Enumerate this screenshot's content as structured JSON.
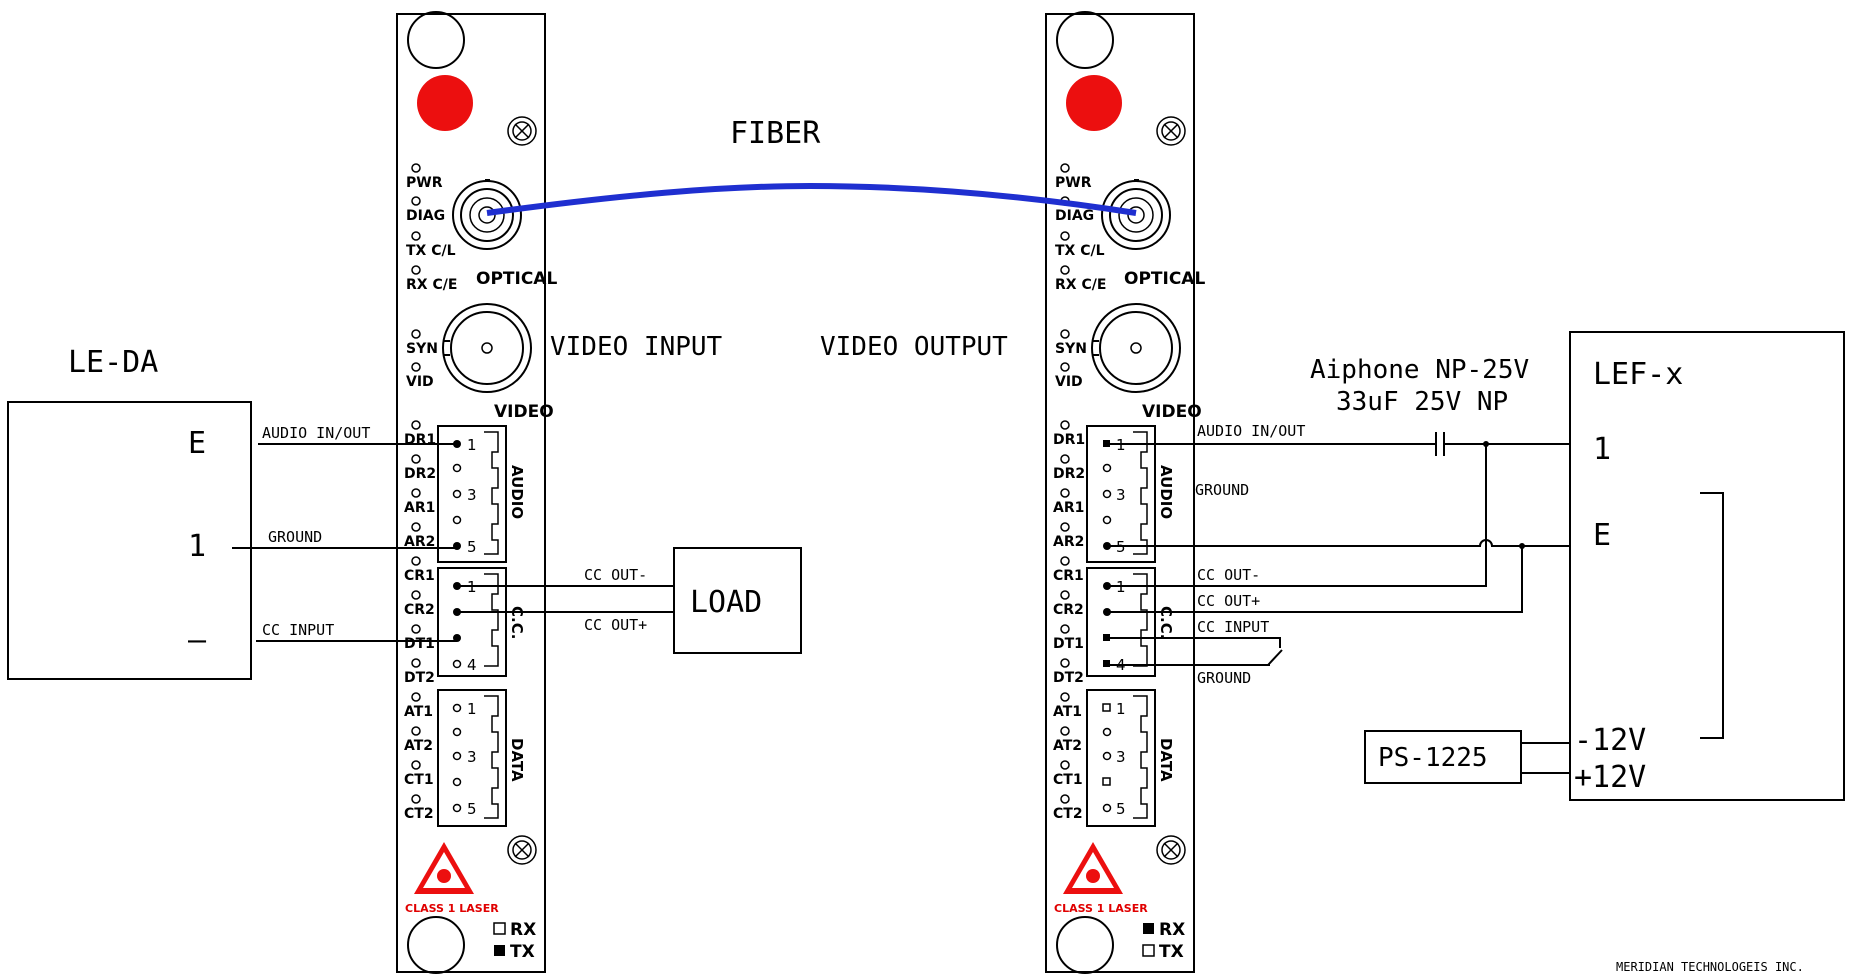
{
  "fiber_label": "FIBER",
  "video_input_label": "VIDEO INPUT",
  "video_output_label": "VIDEO OUTPUT",
  "colors": {
    "fiber": "#1f2fd0",
    "laser": "#e00000",
    "line": "#000000"
  },
  "led_labels": [
    "PWR",
    "DIAG",
    "TX C/L",
    "RX C/E",
    "SYN",
    "VID"
  ],
  "pin_labels": [
    "DR1",
    "DR2",
    "AR1",
    "AR2",
    "CR1",
    "CR2",
    "DT1",
    "DT2",
    "AT1",
    "AT2",
    "CT1",
    "CT2"
  ],
  "section_labels": {
    "optical": "OPTICAL",
    "video": "VIDEO",
    "audio": "AUDIO",
    "cc": "C.C.",
    "data": "DATA"
  },
  "laser_label": "CLASS 1 LASER",
  "rx_label": "RX",
  "tx_label": "TX",
  "left_module": {
    "rx_checked": false,
    "tx_checked": true
  },
  "right_module": {
    "rx_checked": true,
    "tx_checked": false
  },
  "le_da": {
    "title": "LE-DA",
    "terminals": [
      "E",
      "1",
      "–"
    ],
    "wires": [
      "AUDIO IN/OUT",
      "GROUND",
      "CC INPUT"
    ]
  },
  "load": {
    "title": "LOAD",
    "wires": [
      "CC OUT-",
      "CC OUT+"
    ]
  },
  "aiphone": {
    "line1": "Aiphone NP-25V",
    "line2": "33uF 25V NP"
  },
  "right_wires": {
    "audio": "AUDIO IN/OUT",
    "ground": "GROUND",
    "cc_out_minus": "CC OUT-",
    "cc_out_plus": "CC OUT+",
    "cc_input": "CC INPUT",
    "ground2": "GROUND"
  },
  "lef": {
    "title": "LEF-x",
    "t1": "1",
    "tE": "E",
    "neg": "-12V",
    "pos": "+12V"
  },
  "ps": {
    "title": "PS-1225"
  },
  "footer": "MERIDIAN TECHNOLOGEIS INC."
}
